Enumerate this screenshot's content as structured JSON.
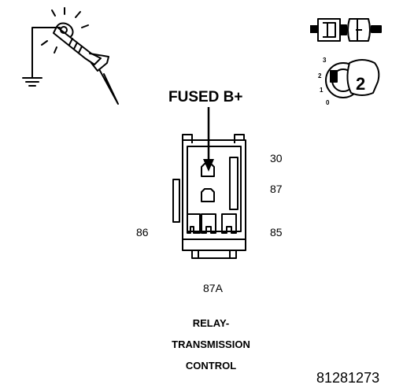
{
  "header": {
    "fused_label": "FUSED B+"
  },
  "pins": {
    "p30": "30",
    "p87": "87",
    "p86": "86",
    "p85": "85",
    "p87a": "87A"
  },
  "ignition_key": {
    "positions": [
      "3",
      "2",
      "1",
      "0"
    ],
    "selected": "2"
  },
  "caption": {
    "line1": "RELAY-",
    "line2": "TRANSMISSION",
    "line3": "CONTROL"
  },
  "figure_number": "81281273",
  "colors": {
    "ink": "#000000",
    "background": "#ffffff"
  },
  "icons": {
    "test_light": "test-light-probe-icon",
    "ground": "ground-symbol-icon",
    "connector": "connector-disconnect-icon",
    "ignition": "ignition-key-icon"
  }
}
